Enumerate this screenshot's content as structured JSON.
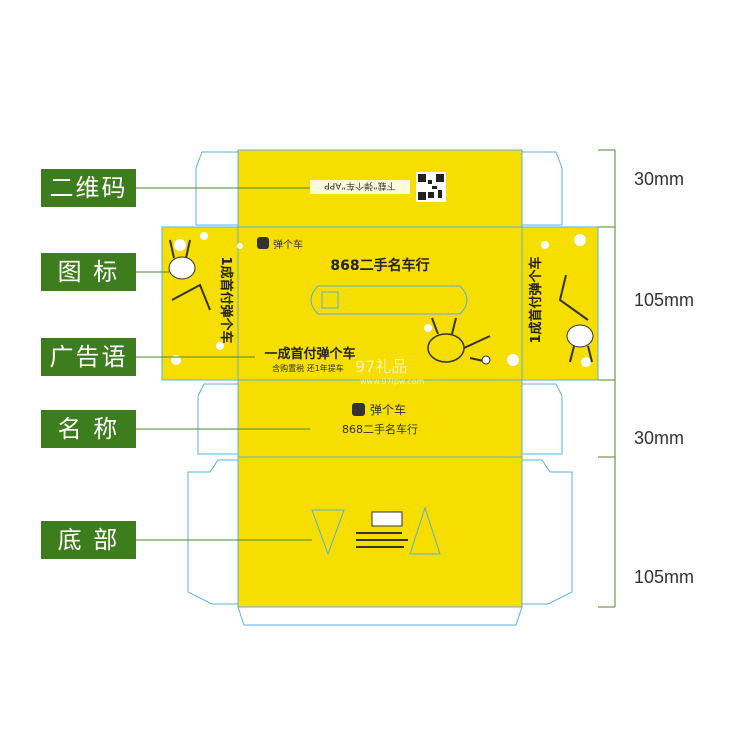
{
  "labels": {
    "qr": "二维码",
    "graphic": "图 标",
    "slogan": "广告语",
    "name": "名 称",
    "bottom": "底 部"
  },
  "dimensions": {
    "top_flap": "30mm",
    "top_panel": "105mm",
    "side_panel": "30mm",
    "bottom_panel": "105mm"
  },
  "box_text": {
    "download_app": "下载“弹个车”APP",
    "title": "868二手名车行",
    "brand": "弹个车",
    "side_slogan": "1成首付弹个车",
    "slogan": "一成首付弹个车",
    "slogan_sub": "含购置税  还1年提车",
    "name_brand": "弹个车",
    "name_title": "868二手名车行",
    "watermark": "97礼品",
    "watermark_url": "www.97lpw.com"
  },
  "colors": {
    "box_yellow": "#f5de00",
    "label_green": "#3d7d1d",
    "outline_blue": "#5ab0e0"
  }
}
